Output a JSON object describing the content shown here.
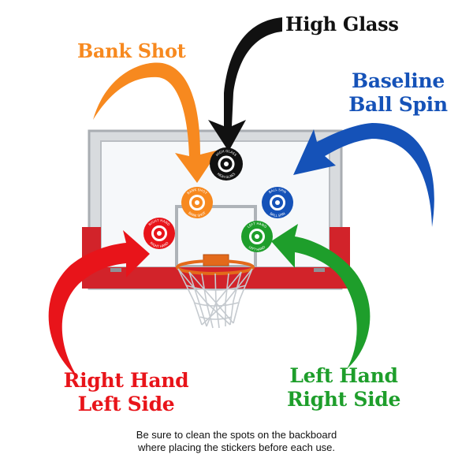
{
  "colors": {
    "high_glass": "#111111",
    "bank_shot": "#F7891F",
    "baseline": "#1552B8",
    "right_hand": "#E8141A",
    "left_hand": "#1E9E2B",
    "pad": "#D2232A",
    "frame": "#C9CCD0"
  },
  "labels": {
    "high_glass": "High Glass",
    "bank_shot": "Bank Shot",
    "baseline_line1": "Baseline",
    "baseline_line2": "Ball Spin",
    "right_hand_line1": "Right Hand",
    "right_hand_line2": "Left Side",
    "left_hand_line1": "Left Hand",
    "left_hand_line2": "Right Side"
  },
  "stickers": {
    "high_glass": {
      "top": "HIGH GLASS",
      "bottom": "HIGH GLASS"
    },
    "bank_shot": {
      "top": "BANK SHOT",
      "bottom": "BANK SHOT"
    },
    "ball_spin": {
      "top": "BALL SPIN",
      "bottom": "BALL SPIN"
    },
    "right_hand": {
      "top": "RIGHT HAND",
      "bottom": "RIGHT HAND"
    },
    "left_hand": {
      "top": "LEFT HAND",
      "bottom": "LEFT HAND"
    }
  },
  "footnote": {
    "line1": "Be sure to clean the spots on the backboard",
    "line2": "where placing the stickers before each use."
  }
}
